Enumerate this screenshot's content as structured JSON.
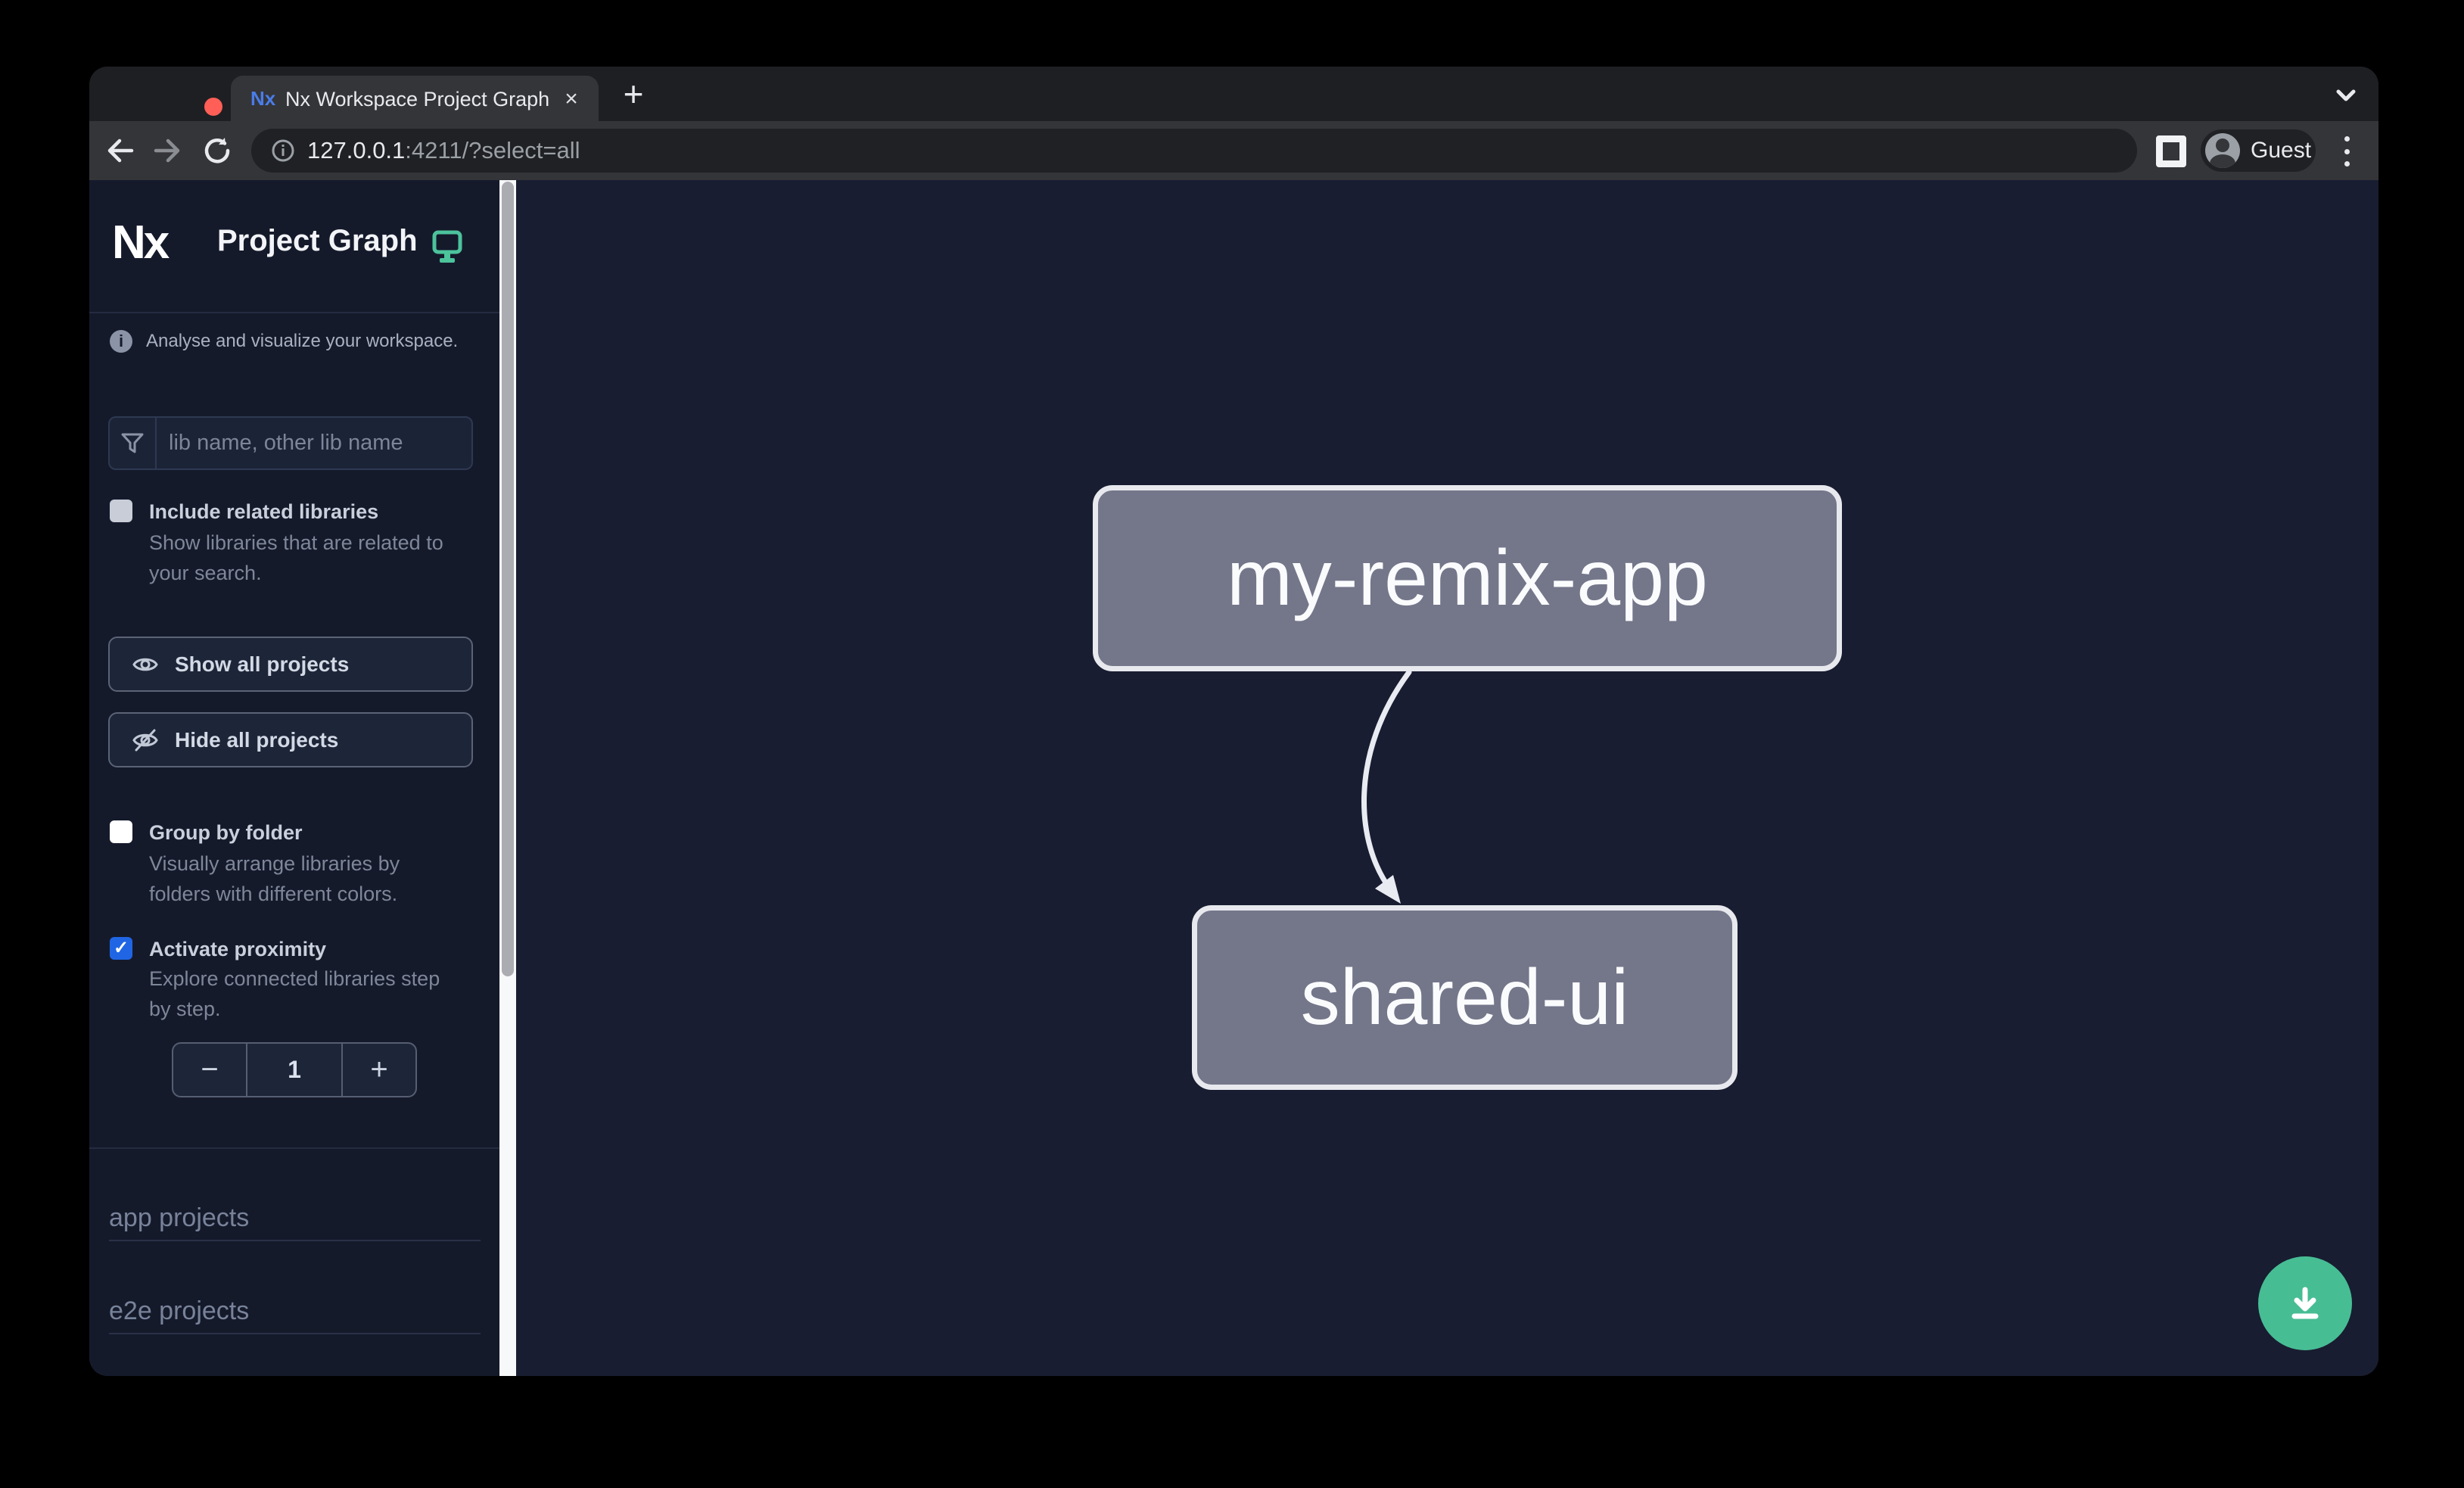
{
  "colors": {
    "chrome_frame": "#1e1f23",
    "toolbar_bg": "#343539",
    "pill_bg": "#202124",
    "traffic_red": "#ff5f57",
    "traffic_yellow": "#febc2e",
    "traffic_green": "#28c840",
    "sidebar_bg": "#151a2b",
    "canvas_bg": "#181d31",
    "node_fill": "#74768a",
    "node_border": "#e8e9ee",
    "edge_color": "#e9ebf2",
    "accent_green": "#4cc39b",
    "fab_green": "#47bd94",
    "checkbox_blue": "#2066e4"
  },
  "browser": {
    "tab_title": "Nx Workspace Project Graph",
    "favicon_text": "Nx",
    "close_tab_glyph": "×",
    "new_tab_glyph": "+",
    "url_host": "127.0.0.1",
    "url_path": ":4211/?select=all",
    "guest_label": "Guest"
  },
  "sidebar": {
    "logo_text": "Nx",
    "app_title": "Project Graph",
    "tagline": "Analyse and visualize your workspace.",
    "info_glyph": "i",
    "search_placeholder": "lib name, other lib name",
    "include_related": {
      "label": "Include related libraries",
      "desc_line1": "Show libraries that are related to",
      "desc_line2": "your search.",
      "checked": false
    },
    "show_all_label": "Show all projects",
    "hide_all_label": "Hide all projects",
    "group_by_folder": {
      "label": "Group by folder",
      "desc_line1": "Visually arrange libraries by",
      "desc_line2": "folders with different colors.",
      "checked": false
    },
    "activate_proximity": {
      "label": "Activate proximity",
      "desc_line1": "Explore connected libraries step",
      "desc_line2": "by step.",
      "checked": true,
      "check_glyph": "✓"
    },
    "stepper": {
      "decrement_label": "−",
      "value": "1",
      "increment_label": "+"
    },
    "sections": [
      {
        "label": "app projects"
      },
      {
        "label": "e2e projects"
      }
    ]
  },
  "graph": {
    "nodes": [
      {
        "id": "my-remix-app"
      },
      {
        "id": "shared-ui"
      }
    ],
    "edges": [
      {
        "source": "my-remix-app",
        "target": "shared-ui"
      }
    ]
  }
}
